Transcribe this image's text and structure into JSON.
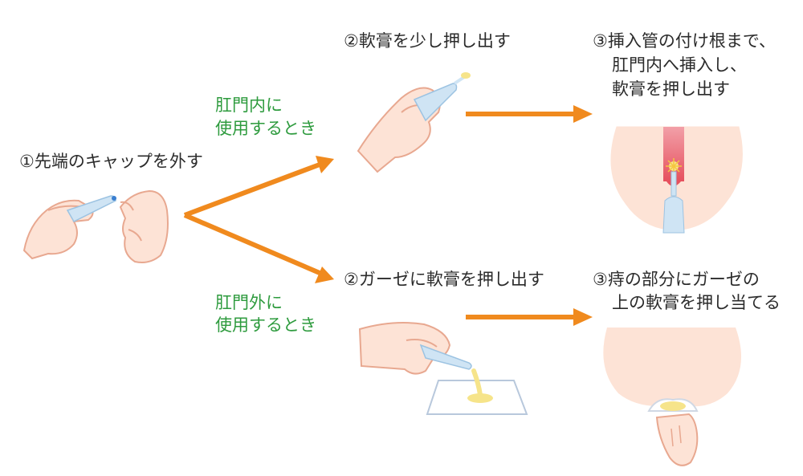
{
  "step1": {
    "label": "①先端のキャップを外す"
  },
  "branch_inside": {
    "line1": "肛門内に",
    "line2": "使用するとき"
  },
  "branch_outside": {
    "line1": "肛門外に",
    "line2": "使用するとき"
  },
  "inside_step2": {
    "label": "②軟膏を少し押し出す"
  },
  "inside_step3": {
    "line1": "③挿入管の付け根まで、",
    "line2": "肛門内へ挿入し、",
    "line3": "軟膏を押し出す"
  },
  "outside_step2": {
    "label": "②ガーゼに軟膏を押し出す"
  },
  "outside_step3": {
    "line1": "③痔の部分にガーゼの",
    "line2": "上の軟膏を押し当てる"
  },
  "colors": {
    "arrow": "#f08a1e",
    "skin": "#fde3d6",
    "skin_outline": "#e8a890",
    "tube": "#cfe4f4",
    "ointment": "#f6e48a",
    "label_green": "#2e9b3e"
  }
}
